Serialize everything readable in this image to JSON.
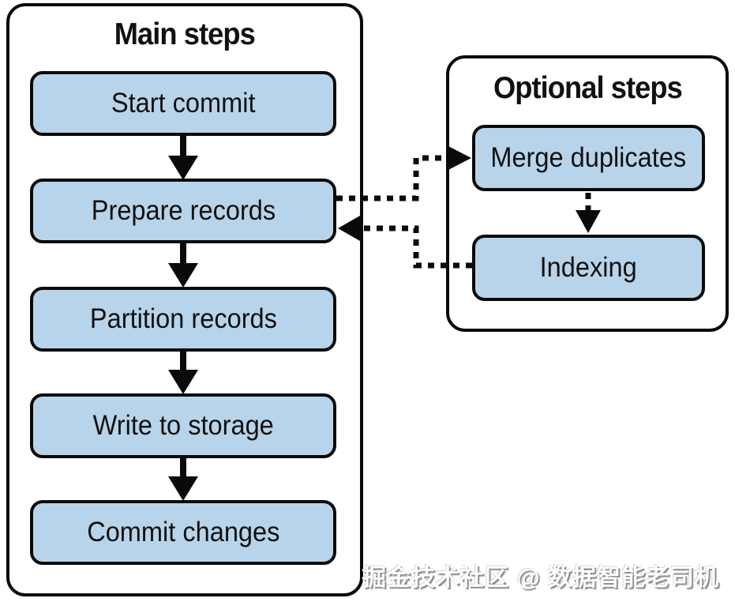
{
  "diagram": {
    "type": "flowchart",
    "main_panel": {
      "title": "Main steps",
      "steps": [
        {
          "label": "Start commit"
        },
        {
          "label": "Prepare records"
        },
        {
          "label": "Partition records"
        },
        {
          "label": "Write to storage"
        },
        {
          "label": "Commit changes"
        }
      ]
    },
    "optional_panel": {
      "title": "Optional steps",
      "steps": [
        {
          "label": "Merge duplicates"
        },
        {
          "label": "Indexing"
        }
      ]
    },
    "connections": [
      {
        "from": "Start commit",
        "to": "Prepare records",
        "style": "solid"
      },
      {
        "from": "Prepare records",
        "to": "Partition records",
        "style": "solid"
      },
      {
        "from": "Partition records",
        "to": "Write to storage",
        "style": "solid"
      },
      {
        "from": "Write to storage",
        "to": "Commit changes",
        "style": "solid"
      },
      {
        "from": "Prepare records",
        "to": "Merge duplicates",
        "style": "dashed"
      },
      {
        "from": "Merge duplicates",
        "to": "Indexing",
        "style": "dashed"
      },
      {
        "from": "Indexing",
        "to": "Prepare records",
        "style": "dashed"
      }
    ],
    "colors": {
      "node_fill": "#b8d4ea",
      "node_border": "#0a0a0a",
      "panel_border": "#0a0a0a",
      "background": "#ffffff",
      "watermark": "#d9d9d9"
    }
  },
  "watermark": {
    "text": "掘金技术社区 @ 数据智能老司机"
  }
}
